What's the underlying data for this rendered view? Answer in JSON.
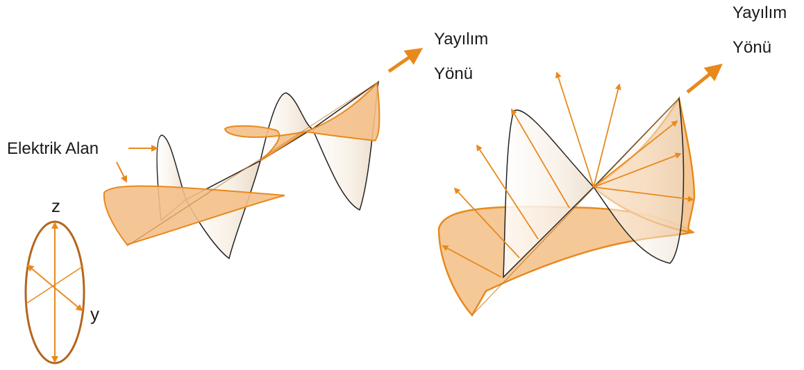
{
  "left_figure": {
    "field_label": "Elektrik Alan",
    "direction_label_line1": "Yayılım",
    "direction_label_line2": "Yönü"
  },
  "right_figure": {
    "direction_label_line1": "Yayılım",
    "direction_label_line2": "Yönü"
  },
  "polarization_ellipse": {
    "axis_z": "z",
    "axis_y": "y"
  },
  "colors": {
    "accent": "#e8891c",
    "fill": "#f4c08a",
    "ellipse_stroke": "#b5651d",
    "pale_fill": "#f6efe6",
    "text": "#1a1a1a"
  }
}
